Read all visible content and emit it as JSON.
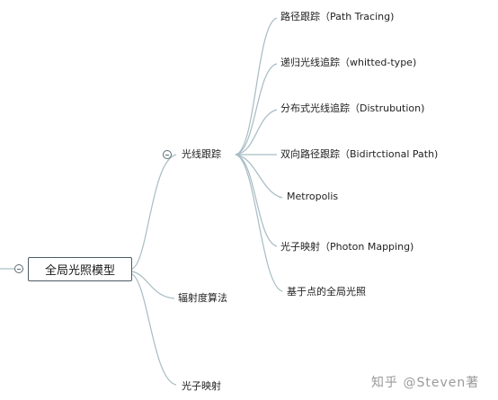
{
  "root": {
    "label": "全局光照模型"
  },
  "branches": {
    "ray_tracing": {
      "label": "光线跟踪"
    },
    "radiosity": {
      "label": "辐射度算法"
    },
    "photon_mapping": {
      "label": "光子映射"
    }
  },
  "ray_tracing_children": [
    {
      "label": "路径跟踪（Path Tracing)"
    },
    {
      "label": "递归光线追踪（whitted-type)"
    },
    {
      "label": "分布式光线追踪（Distrubution)"
    },
    {
      "label": "双向路径跟踪（Bidirtctional Path)"
    },
    {
      "label": "Metropolis"
    },
    {
      "label": "光子映射（Photon Mapping)"
    },
    {
      "label": "基于点的全局光照"
    }
  ],
  "watermark": {
    "text": "知乎 @Steven著"
  },
  "colors": {
    "connector": "#a7bcc3",
    "root_border": "#4b5b64",
    "text": "#222222"
  }
}
